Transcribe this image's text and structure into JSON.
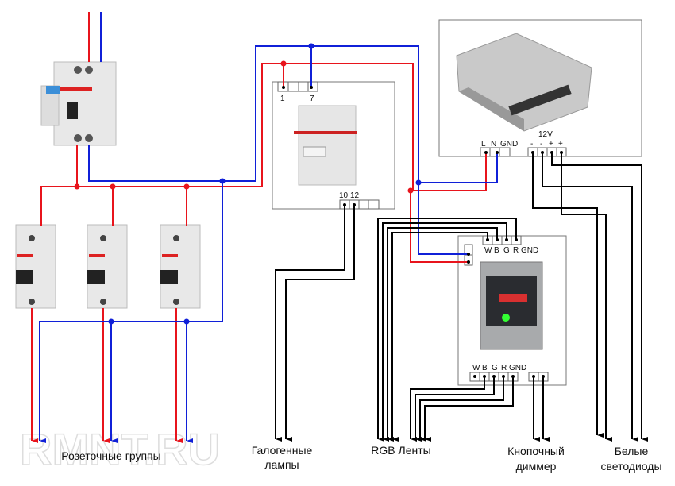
{
  "colors": {
    "phase": "#e8141c",
    "neutral": "#1020d8",
    "signal": "#000000",
    "box": "#777777"
  },
  "watermark": "RMNT.RU",
  "transformer": {
    "top_terminals": [
      "1",
      "7"
    ],
    "bottom_terminals": [
      "10",
      "12"
    ]
  },
  "power_supply": {
    "input_terminals": [
      "L",
      "N",
      "GND"
    ],
    "output_label": "12V",
    "output_terminals": [
      "-",
      "-",
      "+",
      "+"
    ]
  },
  "dimmer": {
    "top_terminals": [
      "W",
      "B",
      "G",
      "R",
      "GND"
    ],
    "bottom_terminals": [
      "W",
      "B",
      "G",
      "R",
      "GND"
    ]
  },
  "labels": {
    "sockets": "Розеточные группы",
    "halogen_1": "Галогенные",
    "halogen_2": "лампы",
    "rgb": "RGB Ленты",
    "dimmer_1": "Кнопочный",
    "dimmer_2": "диммер",
    "white_1": "Белые",
    "white_2": "светодиоды"
  }
}
